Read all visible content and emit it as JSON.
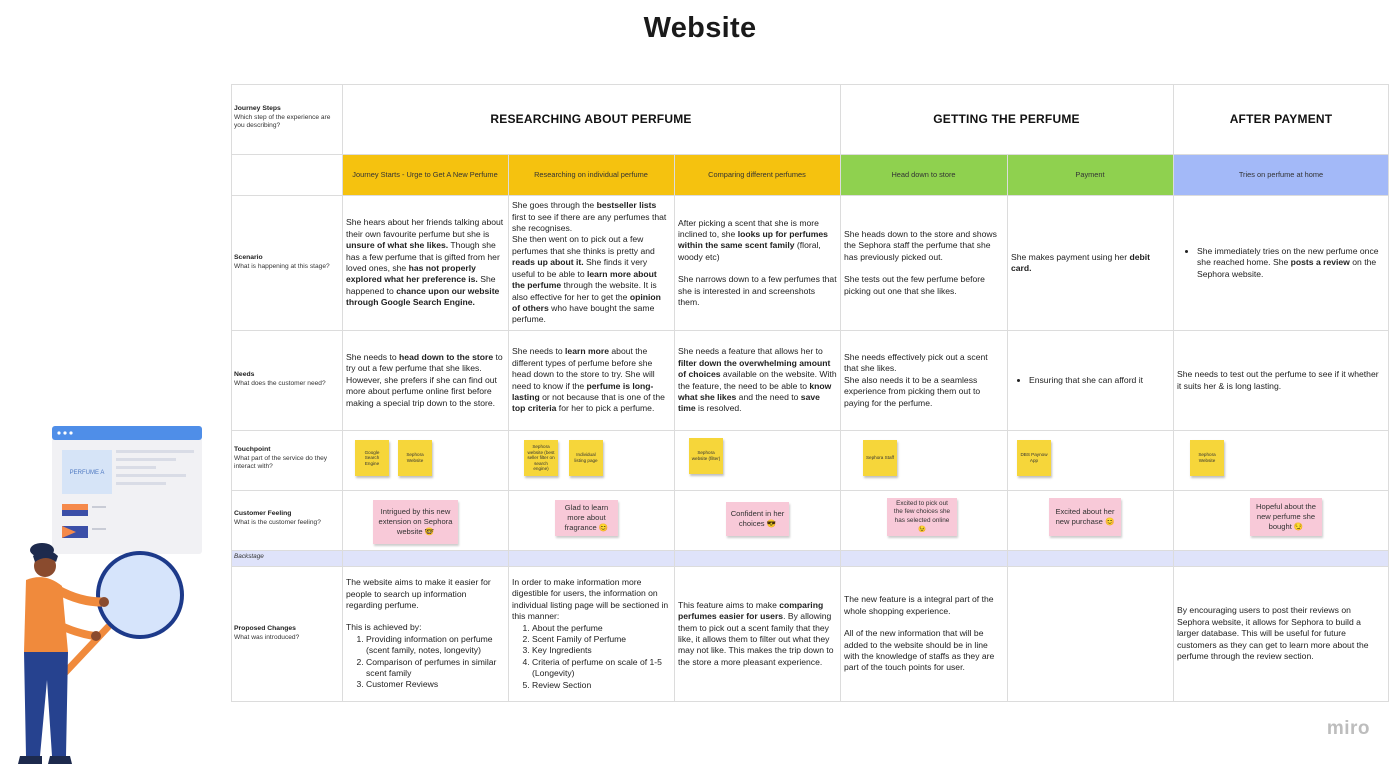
{
  "title": "Website",
  "brand": "miro",
  "colors": {
    "researching": "#f5c20f",
    "getting": "#8fd14f",
    "after": "#a3b9f8",
    "sticky": "#f6d63a",
    "feeling": "#f8c9d8",
    "backstage": "#dfe3fa"
  },
  "rows": {
    "journey_steps": {
      "title": "Journey Steps",
      "desc": "Which step of the experience are you describing?"
    },
    "scenario": {
      "title": "Scenario",
      "desc": "What is happening at this stage?"
    },
    "needs": {
      "title": "Needs",
      "desc": "What does the customer need?"
    },
    "touchpoint": {
      "title": "Touchpoint",
      "desc": "What part of the service do they interact with?"
    },
    "feeling": {
      "title": "Customer Feeling",
      "desc": "What is the customer feeling?"
    },
    "backstage": "Backstage",
    "proposed": {
      "title": "Proposed Changes",
      "desc": "What was introduced?"
    }
  },
  "phases": [
    "RESEARCHING ABOUT PERFUME",
    "GETTING THE PERFUME",
    "AFTER PAYMENT"
  ],
  "steps": [
    "Journey Starts - Urge to Get A New Perfume",
    "Researching on individual perfume",
    "Comparing different perfumes",
    "Head down to store",
    "Payment",
    "Tries on perfume at home"
  ],
  "scenario": {
    "c1": {
      "t1": "She hears about her friends talking about their own favourite perfume but she is ",
      "b1": "unsure of what she likes.",
      "t2": " Though she has a few perfume that is gifted from her loved ones, she ",
      "b2": "has not properly explored what her preference is.",
      "t3": " She happened to ",
      "b3": "chance upon our website through Google Search Engine."
    },
    "c2": {
      "t1": "She goes through the ",
      "b1": "bestseller lists",
      "t2": " first to see if there are any perfumes that she recognises.",
      "t3": "She then went on to pick out a few perfumes that she thinks is pretty and ",
      "b2": "reads up about it.",
      "t4": " She finds it very useful to be able to ",
      "b3": "learn more about the perfume",
      "t5": " through the website. It is also effective for her to get the ",
      "b4": "opinion of others",
      "t6": " who have bought the same perfume."
    },
    "c3": {
      "t1": "After picking a scent that she is more inclined to, she ",
      "b1": "looks up for perfumes within the same scent family",
      "t2": " (floral, woody etc)",
      "t3": "She narrows down to a few perfumes that she is interested in and screenshots them."
    },
    "c4": {
      "t1": "She heads down to the store and shows the Sephora staff the perfume that she has previously picked out.",
      "t2": "She tests out the few perfume before picking out one that she likes."
    },
    "c5": {
      "t1": "She makes payment using her ",
      "b1": "debit card."
    },
    "c6": {
      "t1": "She immediately tries on the new perfume once she reached home. She ",
      "b1": "posts a review",
      "t2": " on the Sephora website."
    }
  },
  "needs": {
    "c1": {
      "t1": "She needs to ",
      "b1": "head down to the store",
      "t2": " to try out a few perfume that she likes. However, she prefers if she can find out more about perfume online first before making a special trip down to the store."
    },
    "c2": {
      "t1": "She needs to ",
      "b1": "learn more",
      "t2": " about the different types of perfume before she head down to the store to try. She will need to know if the ",
      "b2": "perfume is long-lasting",
      "t3": " or not because that is one of the ",
      "b3": "top criteria",
      "t4": " for her to pick a perfume."
    },
    "c3": {
      "t1": "She needs a feature that allows her to ",
      "b1": "filter down the overwhelming amount of choices",
      "t2": " available on the website. With the feature, the need to be able to ",
      "b2": "know what she likes",
      "t3": " and the need to ",
      "b3": "save time",
      "t4": " is resolved."
    },
    "c4": {
      "t1": "She needs effectively pick out a scent that she likes.",
      "t2": "She also needs it to be a seamless experience from picking them out to paying for the perfume."
    },
    "c5": {
      "t1": "Ensuring that she can afford it"
    },
    "c6": {
      "t1": "She needs to test out the perfume to see if it whether it suits her & is long lasting."
    }
  },
  "touchpoints": {
    "s1": "Google Search Engine",
    "s2": "Sephora Website",
    "s3": "Sephora website (best seller filter on search engine)",
    "s4": "Individual listing page",
    "s5": "Sephora website (filter)",
    "s6": "Sephora Staff",
    "s7": "DBS Paynow App",
    "s8": "Sephora Website"
  },
  "feelings": {
    "f1": "Intrigued by this new extension on Sephora website 🤓",
    "f2": "Glad to learn more about fragrance 😊",
    "f3": "Confident in her choices 😎",
    "f4": "Excited to pick out the few choices she has selected online😉",
    "f5": "Excited about her new purchase 😊",
    "f6": "Hopeful about the new perfume she bought 😏"
  },
  "proposed": {
    "c1": {
      "t1": "The website aims to make it easier for people to search up information regarding perfume.",
      "t2": "This is achieved by:",
      "list": [
        "Providing information on perfume (scent family, notes, longevity)",
        "Comparison of perfumes in similar scent family",
        "Customer Reviews"
      ]
    },
    "c2": {
      "t1": "In order to make information more digestible for users, the information on individual listing page will be sectioned in this manner:",
      "list": [
        "About the perfume",
        "Scent Family of Perfume",
        "Key Ingredients",
        "Criteria of perfume on scale of 1-5 (Longevity)",
        "Review Section"
      ]
    },
    "c3": {
      "t1": "This feature aims to make ",
      "b1": "comparing perfumes easier for users",
      "t2": ". By allowing them to pick out a scent family that they like, it allows them to filter out what they may not like. This makes the trip down to the store a more pleasant experience."
    },
    "c4": {
      "t1": "The new feature is a integral part of the whole shopping experience.",
      "t2": "All of the new information that will be added to the website should be in line with the knowledge of staffs as they are part of the touch points for user."
    },
    "c6": {
      "t1": "By encouraging users to post their reviews on Sephora website, it allows for Sephora to build a larger database. This will be useful for future customers as they can get to learn more about the perfume through the review section."
    }
  },
  "illustration": {
    "card_label": "PERFUME A"
  }
}
